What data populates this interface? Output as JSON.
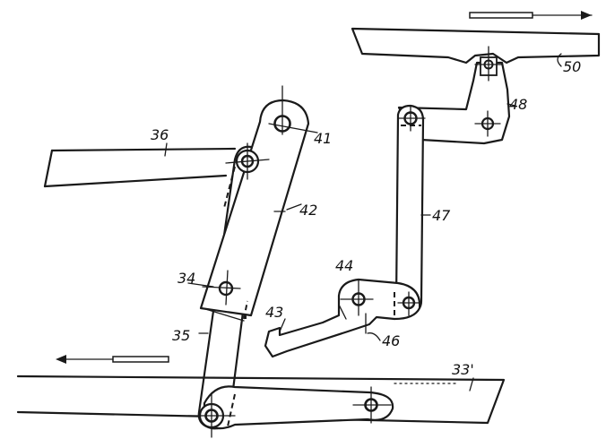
{
  "labels": {
    "l36": "36",
    "l41": "41",
    "l42": "42",
    "l34": "34",
    "l35": "35",
    "l43": "43",
    "l44": "44",
    "l46": "46",
    "l47": "47",
    "l48": "48",
    "l50": "50",
    "l33": "33'"
  }
}
